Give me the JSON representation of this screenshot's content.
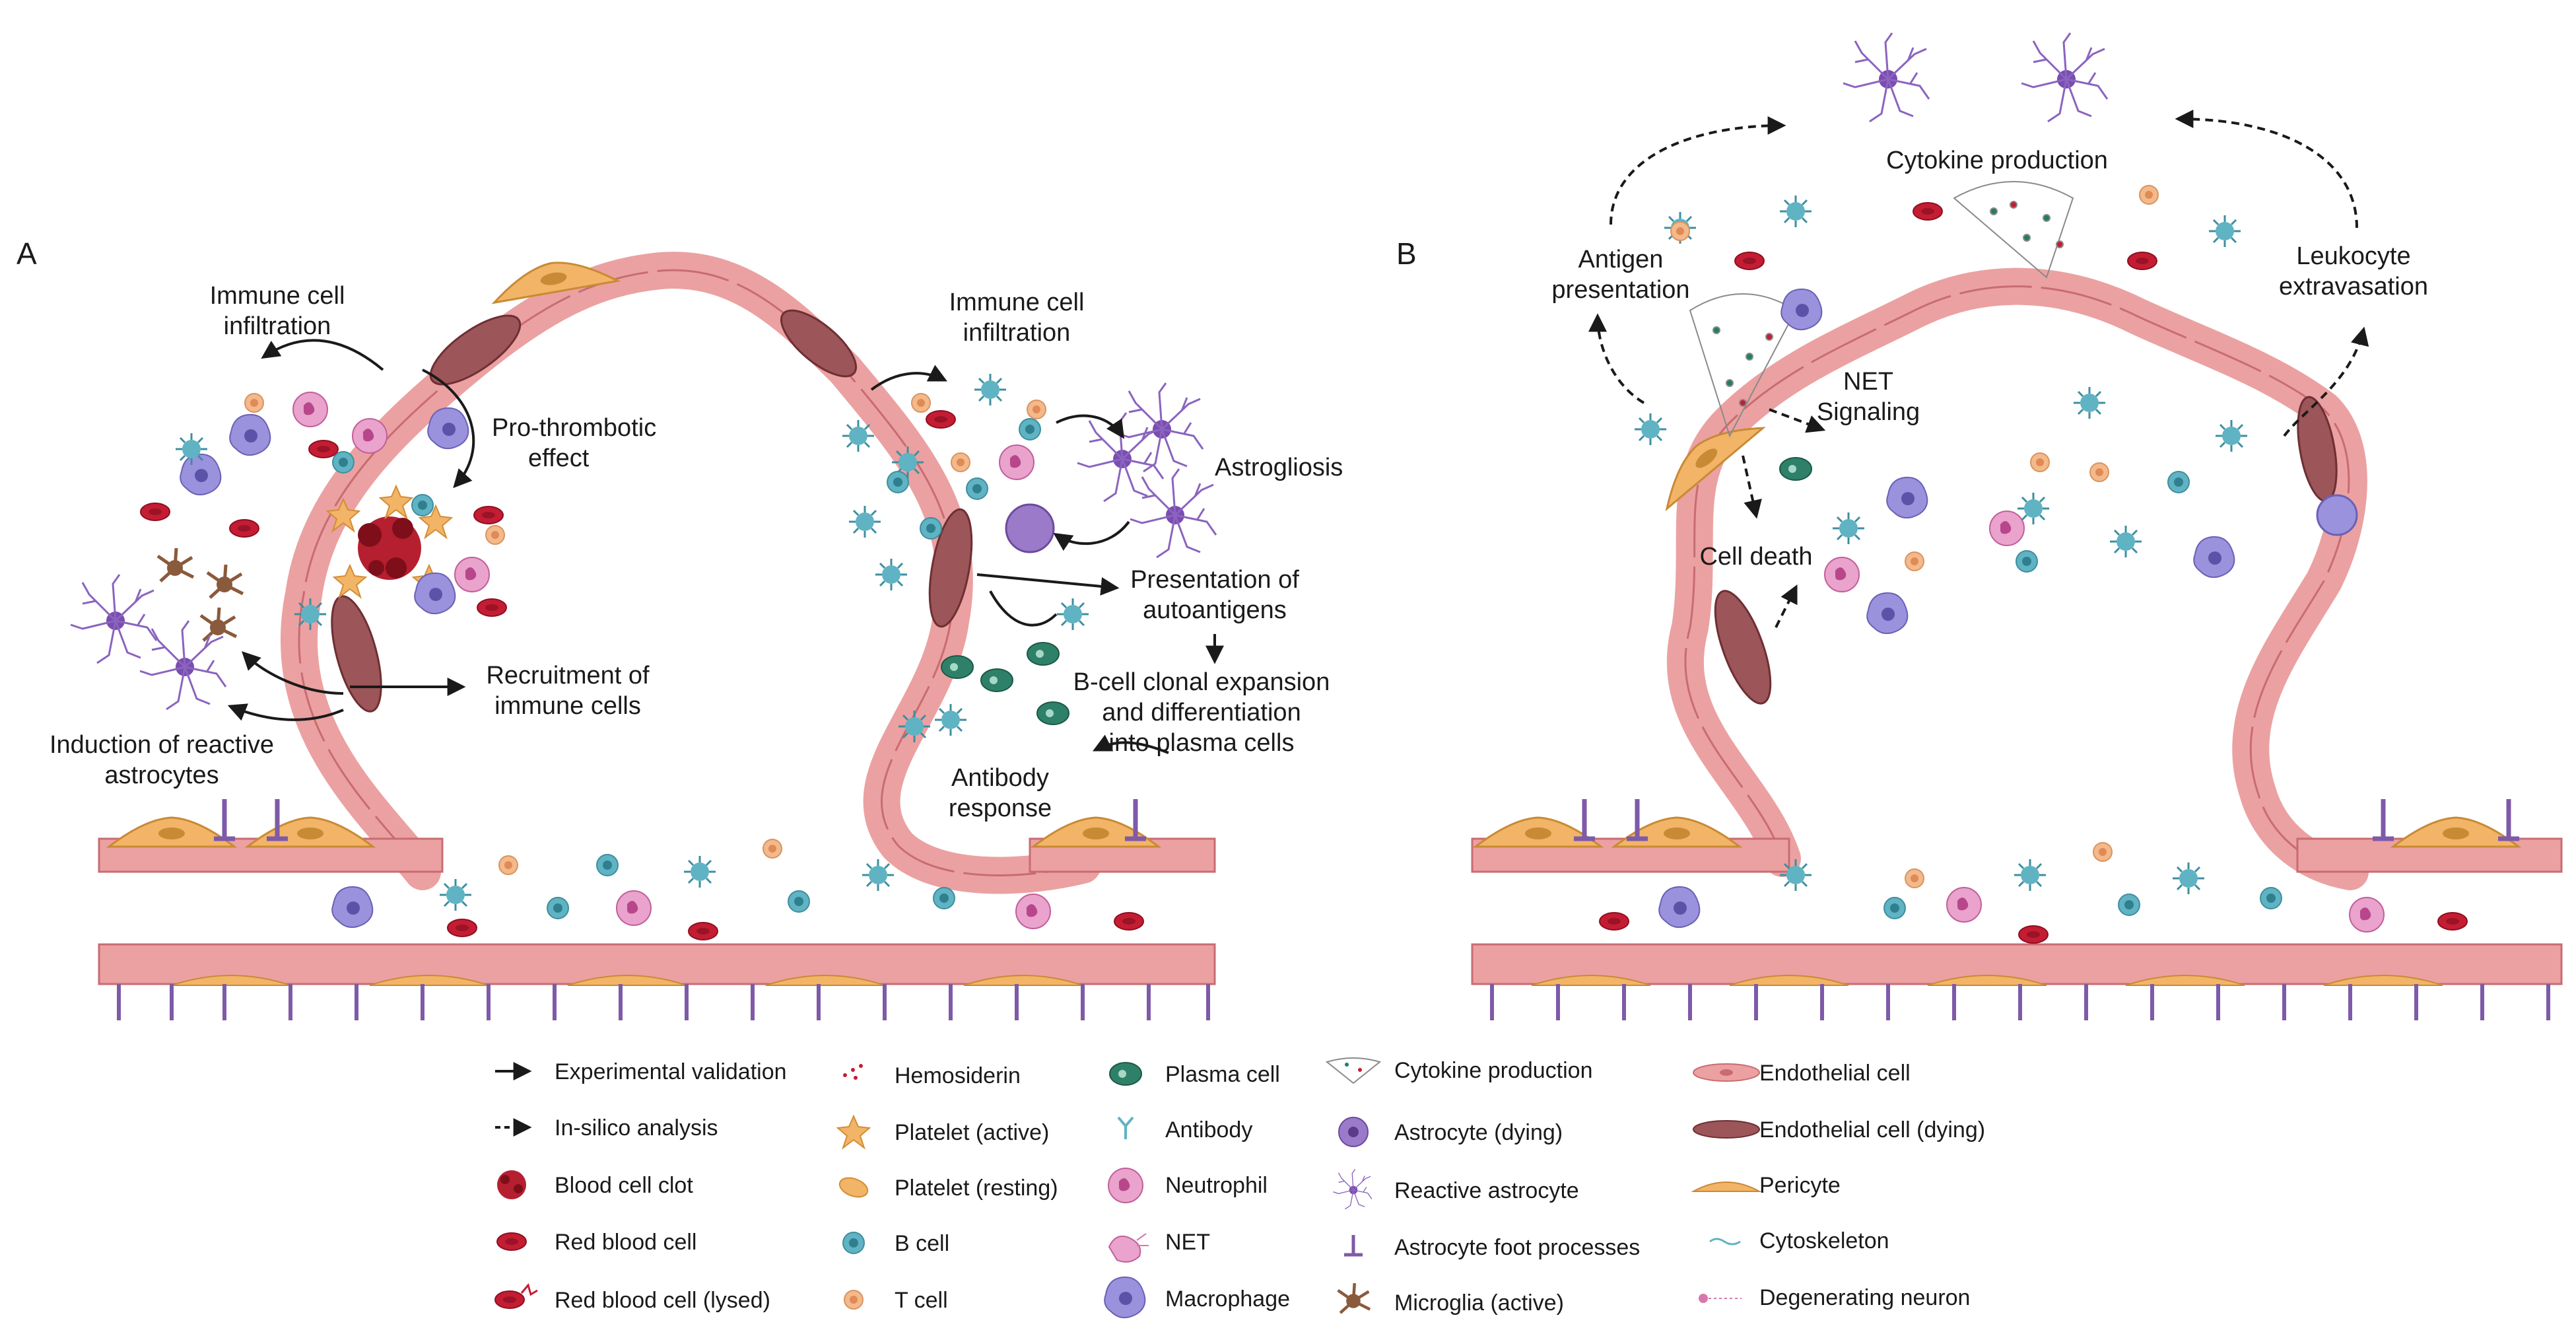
{
  "panels": {
    "a": {
      "letter": "A",
      "labels": {
        "immune_infiltration_left": [
          "Immune cell",
          "infiltration"
        ],
        "pro_thrombotic": [
          "Pro-thrombotic",
          "effect"
        ],
        "recruitment": [
          "Recruitment of",
          "immune cells"
        ],
        "induction": [
          "Induction of reactive",
          "astrocytes"
        ],
        "immune_infiltration_right": [
          "Immune cell",
          "infiltration"
        ],
        "astrogliosis": [
          "Astrogliosis"
        ],
        "presentation": [
          "Presentation of",
          "autoantigens"
        ],
        "bcell_expansion": [
          "B-cell clonal expansion",
          "and differentiation",
          "into plasma cells"
        ],
        "antibody_response": [
          "Antibody",
          "response"
        ]
      }
    },
    "b": {
      "letter": "B",
      "labels": {
        "cytokine_production": [
          "Cytokine production"
        ],
        "antigen_presentation": [
          "Antigen",
          "presentation"
        ],
        "leukocyte_extravasation": [
          "Leukocyte",
          "extravasation"
        ],
        "net_signaling": [
          "NET",
          "Signaling"
        ],
        "cell_death": [
          "Cell death"
        ]
      }
    }
  },
  "legend": {
    "col1": [
      "Experimental validation",
      "In-silico analysis",
      "Blood cell clot",
      "Red blood cell",
      "Red blood cell (lysed)"
    ],
    "col2": [
      "Hemosiderin",
      "Platelet (active)",
      "Platelet (resting)",
      "B cell",
      "T cell"
    ],
    "col3": [
      "Plasma cell",
      "Antibody",
      "Neutrophil",
      "NET",
      "Macrophage"
    ],
    "col4": [
      "Cytokine production",
      "Astrocyte (dying)",
      "Reactive astrocyte",
      "Astrocyte foot processes",
      "Microglia (active)"
    ],
    "col5": [
      "Endothelial cell",
      "Endothelial cell (dying)",
      "Pericyte",
      "Cytoskeleton",
      "Degenerating neuron"
    ]
  },
  "colors": {
    "endothelial": "#eba1a1",
    "endothelial_edge": "#c86c72",
    "endothelial_dying": "#9c5558",
    "pericyte": "#f2b466",
    "astro_foot": "#7e5aa8",
    "bcell": "#5fb3c3",
    "tcell": "#f3b98b",
    "neutrophil": "#d777ad",
    "macrophage": "#8f86d2",
    "rbc": "#c41d33",
    "plasma": "#2f8068",
    "microglia": "#8a5a3c",
    "astrocyte": "#7a4db0"
  }
}
